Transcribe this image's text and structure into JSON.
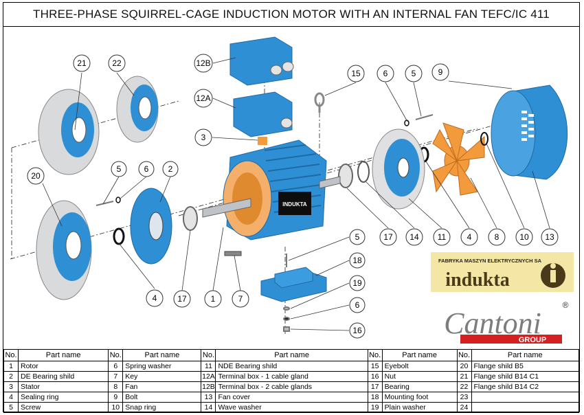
{
  "title": "THREE-PHASE SQUIRREL-CAGE INDUCTION MOTOR WITH AN INTERNAL FAN TEFC/IC 411",
  "motor_label": "INDUKTA",
  "logos": {
    "indukta_tagline": "FABRYKA MASZYN ELEKTRYCZNYCH SA",
    "indukta_name": "indukta",
    "cantoni_name": "Cantoni",
    "cantoni_group": "GROUP",
    "registered_mark": "®"
  },
  "colors": {
    "motor_blue": "#2e8fd4",
    "fan_orange": "#f29a3c",
    "flange_grey": "#d9dadc",
    "logo_bg": "#f4e7a6",
    "cantoni_red": "#d42020"
  },
  "callouts": [
    "21",
    "22",
    "12B",
    "12A",
    "3",
    "20",
    "5",
    "6",
    "2",
    "15",
    "6",
    "5",
    "9",
    "17",
    "14",
    "11",
    "4",
    "8",
    "10",
    "13",
    "5",
    "18",
    "4",
    "17",
    "1",
    "7",
    "19",
    "6",
    "16"
  ],
  "table": {
    "headers": [
      "No.",
      "Part name"
    ],
    "rows": [
      [
        [
          "1",
          "Rotor"
        ],
        [
          "6",
          "Spring washer"
        ],
        [
          "11",
          "NDE Bearing shild"
        ],
        [
          "15",
          "Eyebolt"
        ],
        [
          "20",
          "Flange shild B5"
        ]
      ],
      [
        [
          "2",
          "DE Bearing shild"
        ],
        [
          "7",
          "Key"
        ],
        [
          "12A",
          "Terminal box - 1 cable gland"
        ],
        [
          "16",
          "Nut"
        ],
        [
          "21",
          "Flange shild B14 C1"
        ]
      ],
      [
        [
          "3",
          "Stator"
        ],
        [
          "8",
          "Fan"
        ],
        [
          "12B",
          "Terminal box - 2 cable glands"
        ],
        [
          "17",
          "Bearing"
        ],
        [
          "22",
          "Flange shild B14 C2"
        ]
      ],
      [
        [
          "4",
          "Sealing ring"
        ],
        [
          "9",
          "Bolt"
        ],
        [
          "13",
          "Fan cover"
        ],
        [
          "18",
          "Mounting foot"
        ],
        [
          "23",
          ""
        ]
      ],
      [
        [
          "5",
          "Screw"
        ],
        [
          "10",
          "Snap ring"
        ],
        [
          "14",
          "Wave washer"
        ],
        [
          "19",
          "Plain washer"
        ],
        [
          "24",
          ""
        ]
      ]
    ]
  }
}
